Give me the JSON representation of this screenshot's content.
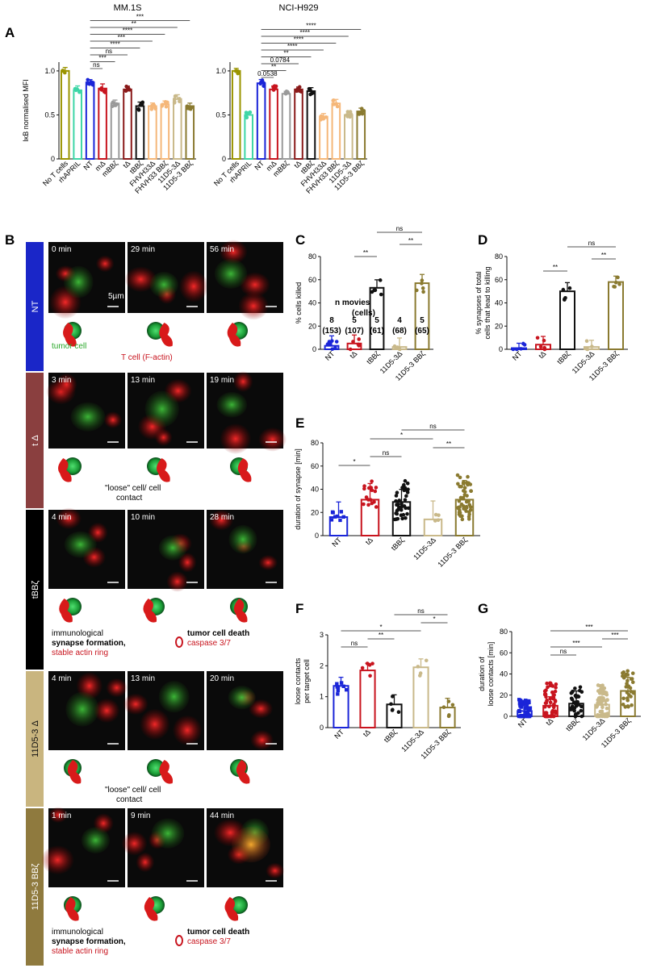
{
  "panels": {
    "A": "A",
    "B": "B",
    "C": "C",
    "D": "D",
    "E": "E",
    "F": "F",
    "G": "G"
  },
  "colors": {
    "olive": "#9a9400",
    "teal": "#3ed6a6",
    "blue": "#1a25d8",
    "red": "#c8141e",
    "grey": "#9a9a9a",
    "black": "#111111",
    "orange": "#f5b779",
    "tan": "#c9b98a",
    "darkred": "#8a1a1a",
    "gold": "#8a7a30",
    "tanbg": "#c9b57f",
    "ntbg": "#1a26c8",
    "tdbg": "#8a3f3f",
    "tbbzbg": "#000000",
    "bbbg": "#8f7a3e"
  },
  "chart_data": [
    {
      "panel": "A",
      "type": "bar",
      "title": "MM.1S",
      "ylabel": "IκB normalised MFI",
      "ylim": [
        0,
        1.1
      ],
      "yticks": [
        "0",
        "0.5",
        "1.0"
      ],
      "categories": [
        "No T cells",
        "rhAPRIL",
        "NT",
        "mΔ",
        "mBBζ",
        "tΔ",
        "tBBζ",
        "FHVH33Δ",
        "FHVH33 BBζ",
        "11D5-3Δ",
        "11D5-3 BBζ"
      ],
      "values": [
        1.0,
        0.78,
        0.87,
        0.8,
        0.63,
        0.79,
        0.6,
        0.6,
        0.62,
        0.68,
        0.6
      ],
      "significance": [
        {
          "from": 2,
          "to": 3,
          "label": "ns"
        },
        {
          "from": 2,
          "to": 4,
          "label": "***"
        },
        {
          "from": 2,
          "to": 5,
          "label": "ns"
        },
        {
          "from": 2,
          "to": 6,
          "label": "****"
        },
        {
          "from": 2,
          "to": 7,
          "label": "***"
        },
        {
          "from": 2,
          "to": 8,
          "label": "****"
        },
        {
          "from": 2,
          "to": 9,
          "label": "**"
        },
        {
          "from": 2,
          "to": 10,
          "label": "***"
        }
      ]
    },
    {
      "panel": "A",
      "type": "bar",
      "title": "NCI-H929",
      "ylabel": "",
      "ylim": [
        0,
        1.1
      ],
      "yticks": [
        "0",
        "0.5",
        "1.0"
      ],
      "categories": [
        "No T cells",
        "rhAPRIL",
        "NT",
        "mΔ",
        "mBBζ",
        "tΔ",
        "tBBζ",
        "FHVH33Δ",
        "FHVH33 BBζ",
        "11D5-3Δ",
        "11D5-3 BBζ"
      ],
      "values": [
        1.0,
        0.5,
        0.86,
        0.79,
        0.74,
        0.79,
        0.77,
        0.48,
        0.63,
        0.5,
        0.54
      ],
      "significance": [
        {
          "from": 2,
          "to": 3,
          "label": "0.0538"
        },
        {
          "from": 2,
          "to": 4,
          "label": "**"
        },
        {
          "from": 2,
          "to": 5,
          "label": "0.0784"
        },
        {
          "from": 2,
          "to": 6,
          "label": "**"
        },
        {
          "from": 2,
          "to": 7,
          "label": "****"
        },
        {
          "from": 2,
          "to": 8,
          "label": "****"
        },
        {
          "from": 2,
          "to": 9,
          "label": "****"
        },
        {
          "from": 2,
          "to": 10,
          "label": "****"
        }
      ]
    },
    {
      "panel": "C",
      "type": "bar",
      "ylabel": "% cells killed",
      "ylim": [
        0,
        80
      ],
      "yticks": [
        "0",
        "20",
        "40",
        "60",
        "80"
      ],
      "categories": [
        "NT",
        "tΔ",
        "tBBζ",
        "11D5-3Δ",
        "11D5-3 BBζ"
      ],
      "values": [
        3,
        5,
        53,
        2,
        57
      ],
      "annotations": [
        "8\n(153)",
        "5\n(107)",
        "5\n(61)",
        "4\n(68)",
        "5\n(65)"
      ],
      "legend_title": "n movies (cells)",
      "significance": [
        {
          "from": 1,
          "to": 2,
          "label": "**"
        },
        {
          "from": 3,
          "to": 4,
          "label": "**"
        },
        {
          "from": 2,
          "to": 4,
          "label": "ns"
        }
      ]
    },
    {
      "panel": "D",
      "type": "bar",
      "ylabel": "% synapses of total cells that lead to killing",
      "ylim": [
        0,
        80
      ],
      "yticks": [
        "0",
        "20",
        "40",
        "60",
        "80"
      ],
      "categories": [
        "NT",
        "tΔ",
        "tBBζ",
        "11D5-3Δ",
        "11D5-3 BBζ"
      ],
      "values": [
        1,
        4,
        50,
        2,
        58
      ],
      "significance": [
        {
          "from": 1,
          "to": 2,
          "label": "**"
        },
        {
          "from": 3,
          "to": 4,
          "label": "**"
        },
        {
          "from": 2,
          "to": 4,
          "label": "ns"
        }
      ]
    },
    {
      "panel": "E",
      "type": "bar",
      "ylabel": "duration of synapse [min]",
      "ylim": [
        0,
        80
      ],
      "yticks": [
        "0",
        "20",
        "40",
        "60",
        "80"
      ],
      "categories": [
        "NT",
        "tΔ",
        "tBBζ",
        "11D5-3Δ",
        "11D5-3 BBζ"
      ],
      "values": [
        16,
        31,
        29,
        14,
        31
      ],
      "significance": [
        {
          "from": 0,
          "to": 1,
          "label": "*"
        },
        {
          "from": 1,
          "to": 2,
          "label": "ns"
        },
        {
          "from": 3,
          "to": 4,
          "label": "**"
        },
        {
          "from": 1,
          "to": 3,
          "label": "*"
        },
        {
          "from": 2,
          "to": 4,
          "label": "ns"
        }
      ]
    },
    {
      "panel": "F",
      "type": "bar",
      "ylabel": "loose contacts per target cell",
      "ylim": [
        0,
        3
      ],
      "yticks": [
        "0",
        "1",
        "2",
        "3"
      ],
      "categories": [
        "NT",
        "tΔ",
        "tBBζ",
        "11D5-3Δ",
        "11D5-3 BBζ"
      ],
      "values": [
        1.35,
        1.85,
        0.75,
        1.95,
        0.65
      ],
      "significance": [
        {
          "from": 0,
          "to": 1,
          "label": "ns"
        },
        {
          "from": 1,
          "to": 2,
          "label": "**"
        },
        {
          "from": 0,
          "to": 3,
          "label": "*"
        },
        {
          "from": 3,
          "to": 4,
          "label": "*"
        },
        {
          "from": 2,
          "to": 4,
          "label": "ns"
        }
      ]
    },
    {
      "panel": "G",
      "type": "bar",
      "ylabel": "duration of loose contacts [min]",
      "ylim": [
        0,
        80
      ],
      "yticks": [
        "0",
        "20",
        "40",
        "60",
        "80"
      ],
      "categories": [
        "NT",
        "tΔ",
        "tBBζ",
        "11D5-3Δ",
        "11D5-3 BBζ"
      ],
      "values": [
        5,
        10,
        12,
        11,
        24
      ],
      "significance": [
        {
          "from": 1,
          "to": 2,
          "label": "ns"
        },
        {
          "from": 1,
          "to": 3,
          "label": "***"
        },
        {
          "from": 3,
          "to": 4,
          "label": "***"
        },
        {
          "from": 1,
          "to": 4,
          "label": "***"
        }
      ]
    }
  ],
  "panelB": {
    "scale": "5µm",
    "rows": [
      {
        "label": "NT",
        "times": [
          "0 min",
          "29 min",
          "56 min"
        ],
        "captions": [
          "tumor cell",
          "T cell (F-actin)"
        ]
      },
      {
        "label": "t Δ",
        "times": [
          "3 min",
          "13 min",
          "19 min"
        ],
        "captions": [
          "\"loose\" cell/ cell",
          "contact"
        ]
      },
      {
        "label": "tBBζ",
        "times": [
          "4 min",
          "10 min",
          "28 min"
        ],
        "captions": [
          "immunological",
          "synapse formation,",
          "stable actin ring",
          "tumor cell death",
          "caspase 3/7"
        ]
      },
      {
        "label": "11D5-3  Δ",
        "times": [
          "4 min",
          "13 min",
          "20 min"
        ],
        "captions": [
          "\"loose\" cell/ cell",
          "contact"
        ]
      },
      {
        "label": "11D5-3 BBζ",
        "times": [
          "1 min",
          "9 min",
          "44 min"
        ],
        "captions": [
          "immunological",
          "synapse formation,",
          "stable actin ring",
          "tumor cell death",
          "caspase 3/7"
        ]
      }
    ]
  }
}
